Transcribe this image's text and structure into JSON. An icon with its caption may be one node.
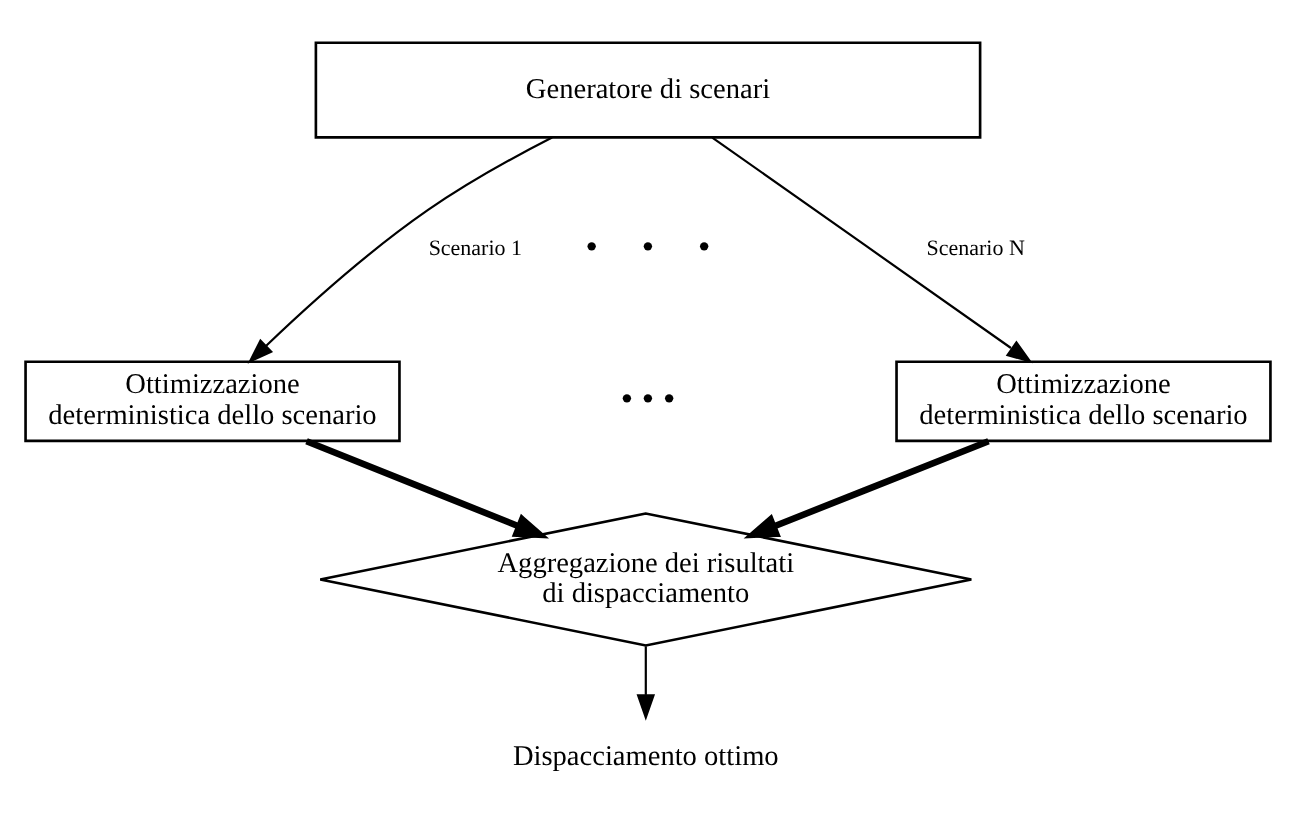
{
  "diagram": {
    "nodes": [
      {
        "text": [
          "Generatore di scenari"
        ]
      },
      {
        "text": [
          "Ottimizzazione deterministica dello scenario"
        ]
      },
      {
        "text": [
          "Ottimizzazione deterministica dello scenario"
        ]
      },
      {
        "text": [
          "Aggregazione dei risultati di dispacciamento"
        ]
      },
      {
        "text": [
          "Dispacciamento ottimo"
        ]
      }
    ],
    "edges": [
      {
        "from": 0,
        "to": 1,
        "arrow": "to",
        "label": "Scenario 1"
      },
      {
        "from": 0,
        "to": 2,
        "arrow": "to",
        "label": "Scenario N"
      },
      {
        "from": 1,
        "to": 3,
        "arrow": "to",
        "style": "thick"
      },
      {
        "from": 2,
        "to": 3,
        "arrow": "to",
        "style": "thick"
      },
      {
        "from": 3,
        "to": 4,
        "arrow": "to"
      }
    ],
    "labels": [
      "•     •     •",
      "• • •"
    ]
  }
}
